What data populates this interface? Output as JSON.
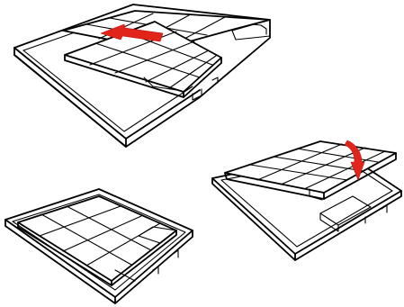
{
  "diagram": {
    "accent_color": "#e1251b",
    "steps": [
      {
        "id": 1,
        "illustration": "filter-frame-with-mesh-filter-slid-out-arrow",
        "arrow": "slide-left"
      },
      {
        "id": 2,
        "illustration": "filter-frame-with-mesh-filter-tilted-up-arrow",
        "arrow": "rotate-down"
      },
      {
        "id": 3,
        "illustration": "filter-frame-with-mesh-filter-installed",
        "arrow": "none"
      }
    ]
  }
}
